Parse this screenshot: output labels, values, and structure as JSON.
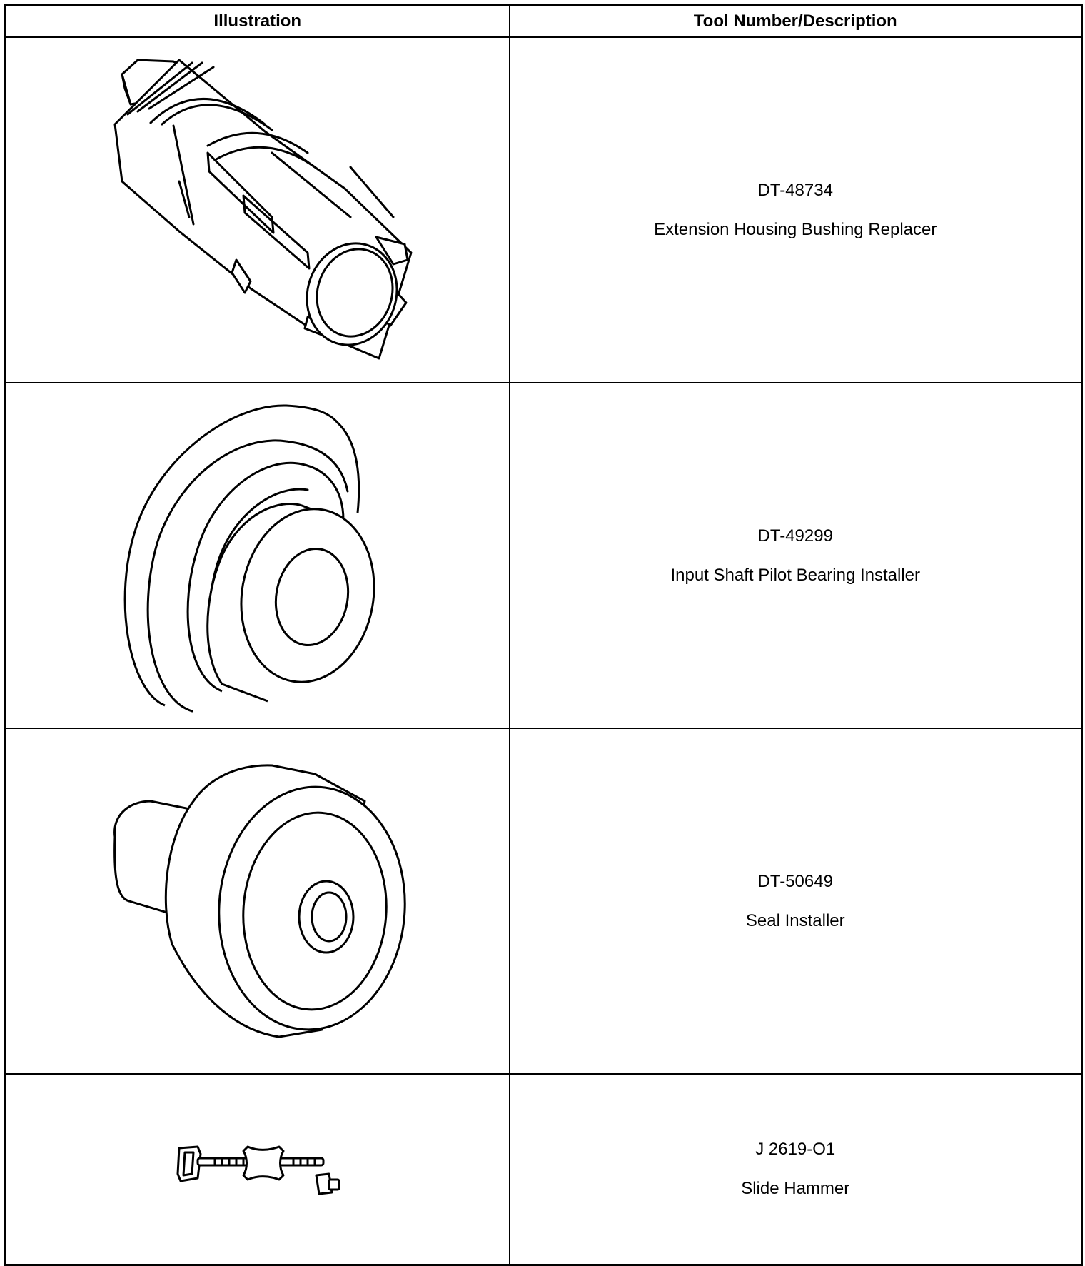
{
  "headers": {
    "illustration": "Illustration",
    "tool": "Tool Number/Description"
  },
  "rows": [
    {
      "tool_number": "DT-48734",
      "description": "Extension Housing Bushing Replacer",
      "icon": "bushing-replacer-illustration"
    },
    {
      "tool_number": "DT-49299",
      "description": "Input Shaft Pilot Bearing Installer",
      "icon": "bearing-installer-illustration"
    },
    {
      "tool_number": "DT-50649",
      "description": "Seal Installer",
      "icon": "seal-installer-illustration"
    },
    {
      "tool_number": "J 2619-O1",
      "description": "Slide Hammer",
      "icon": "slide-hammer-illustration"
    }
  ]
}
